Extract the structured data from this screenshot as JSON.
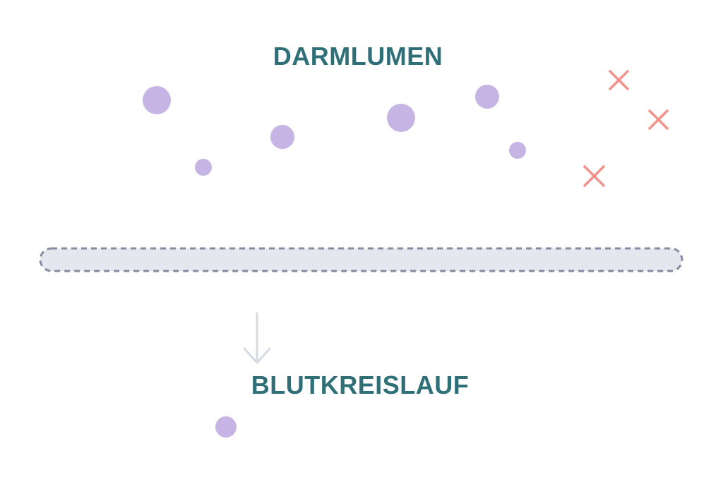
{
  "diagram": {
    "top_label": "DARMLUMEN",
    "bottom_label": "BLUTKREISLAUF",
    "colors": {
      "label": "#2e6f78",
      "molecule": "#c6b4e5",
      "blocked_marker": "#f4918b",
      "barrier_fill": "#e5e7ee",
      "barrier_stroke": "#848aa0",
      "arrow": "#d5dae3"
    },
    "icons": {
      "molecule": "circle",
      "blocked_marker": "x-mark",
      "transport": "arrow-down-icon"
    }
  }
}
